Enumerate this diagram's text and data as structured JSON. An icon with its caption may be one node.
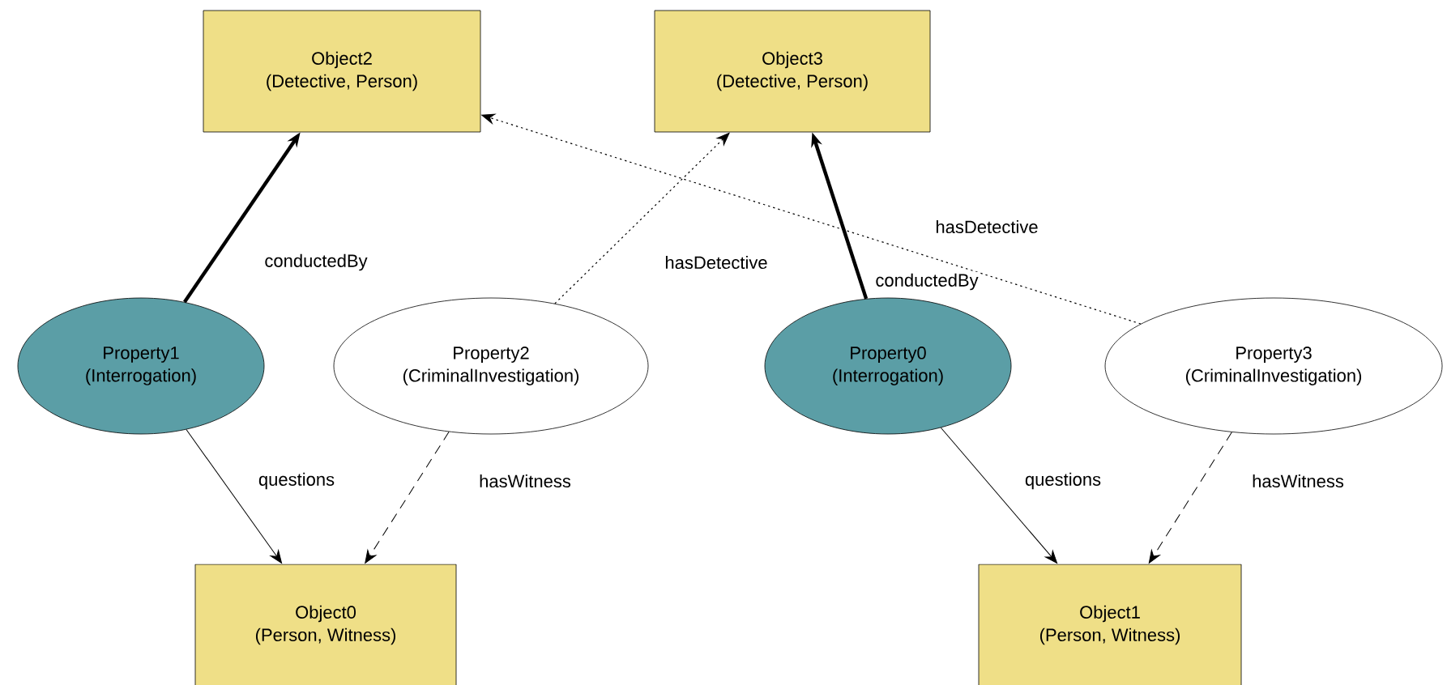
{
  "diagram": {
    "nodes": [
      {
        "text": [
          "Object2",
          "(Detective, Person)"
        ]
      },
      {
        "text": [
          "Object3",
          "(Detective, Person)"
        ]
      },
      {
        "text": [
          "Property1",
          "(Interrogation)"
        ]
      },
      {
        "text": [
          "Property2",
          "(CriminalInvestigation)"
        ]
      },
      {
        "text": [
          "Property0",
          "(Interrogation)"
        ]
      },
      {
        "text": [
          "Property3",
          "(CriminalInvestigation)"
        ]
      },
      {
        "text": [
          "Object0",
          "(Person, Witness)"
        ]
      },
      {
        "text": [
          "Object1",
          "(Person, Witness)"
        ]
      }
    ],
    "edges": [
      {
        "from": 2,
        "to": 0,
        "arrow": "to",
        "label": "conductedBy",
        "style": "thick"
      },
      {
        "from": 3,
        "to": 1,
        "arrow": "to",
        "label": "hasDetective",
        "style": "dashed"
      },
      {
        "from": 4,
        "to": 1,
        "arrow": "to",
        "label": "conductedBy",
        "style": "thick"
      },
      {
        "from": 5,
        "to": 0,
        "arrow": "to",
        "label": "hasDetective",
        "style": "dashed"
      },
      {
        "from": 2,
        "to": 6,
        "arrow": "to",
        "label": "questions"
      },
      {
        "from": 3,
        "to": 6,
        "arrow": "to",
        "label": "hasWitness",
        "style": "dashed"
      },
      {
        "from": 4,
        "to": 7,
        "arrow": "to",
        "label": "questions"
      },
      {
        "from": 5,
        "to": 7,
        "arrow": "to",
        "label": "hasWitness",
        "style": "dashed"
      }
    ]
  }
}
